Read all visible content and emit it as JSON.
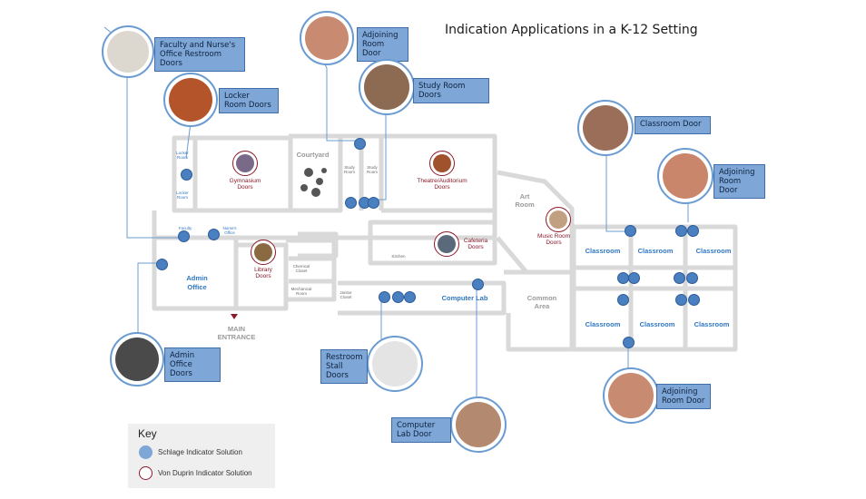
{
  "title": "Indication Applications in a K-12 Setting",
  "callouts": {
    "faculty": "Faculty and Nurse's Office Restroom Doors",
    "locker": "Locker Room Doors",
    "adjoining_top": "Adjoining Room Door",
    "study": "Study Room Doors",
    "classroom_door": "Classroom Door",
    "adjoining_right": "Adjoining Room Door",
    "admin_office_doors": "Admin Office Doors",
    "restroom_stall": "Restroom Stall Doors",
    "computer_lab_door": "Computer Lab Door",
    "adjoining_bottom": "Adjoining Room Door"
  },
  "rooms": {
    "art": "Art Room",
    "common": "Common Area",
    "courtyard": "Courtyard",
    "main_entrance": "MAIN ENTRANCE",
    "admin": "Admin Office",
    "computer_lab": "Computer Lab",
    "classrooms": [
      "Classroom",
      "Classroom",
      "Classroom",
      "Classroom",
      "Classroom",
      "Classroom"
    ],
    "gymnasium_doors": "Gymnasium Doors",
    "library_doors": "Library Doors",
    "theatre_doors": "Theatre/Auditorium Doors",
    "cafeteria_doors": "Cafeteria Doors",
    "music_doors": "Music Room Doors",
    "locker_room_a": "Locker Room",
    "locker_room_b": "Locker Room",
    "study_room_a": "Study Room",
    "study_room_b": "Study Room",
    "faculty_small": "Faculty",
    "nurses_office": "Nurse's Office",
    "kitchen": "Kitchen",
    "chemical_closet": "Chemical Closet",
    "mechanical_room": "Mechanical Room",
    "janitor_closet": "Janitor Closet"
  },
  "key": {
    "title": "Key",
    "schlage": "Schlage Indicator Solution",
    "von_duprin": "Von Duprin Indicator Solution"
  },
  "colors": {
    "schlage_blue": "#7ea6d6",
    "marker_blue": "#4a7fc0",
    "von_duprin_red": "#8a1a2a",
    "wall_gray": "#d9d9d9",
    "room_label_blue": "#2f77c1"
  }
}
